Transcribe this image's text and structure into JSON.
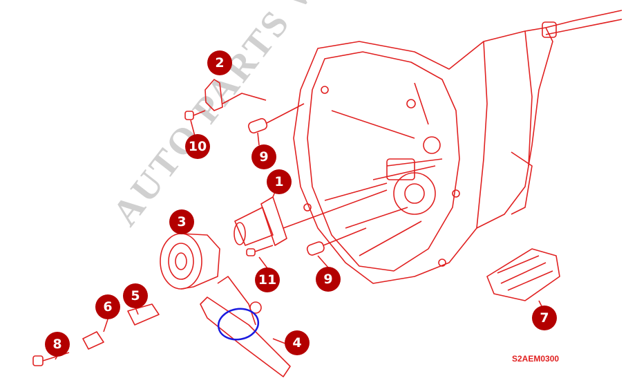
{
  "diagram": {
    "code": "S2AEM0300",
    "watermark": "AUTO PARTS WEB",
    "line_color": "#e02020",
    "badge_color": "#b30000",
    "highlight_color": "#1a1adf",
    "callouts": [
      {
        "label": "2"
      },
      {
        "label": "10"
      },
      {
        "label": "9"
      },
      {
        "label": "1"
      },
      {
        "label": "3"
      },
      {
        "label": "11"
      },
      {
        "label": "9"
      },
      {
        "label": "5"
      },
      {
        "label": "6"
      },
      {
        "label": "8"
      },
      {
        "label": "4"
      },
      {
        "label": "7"
      }
    ]
  }
}
